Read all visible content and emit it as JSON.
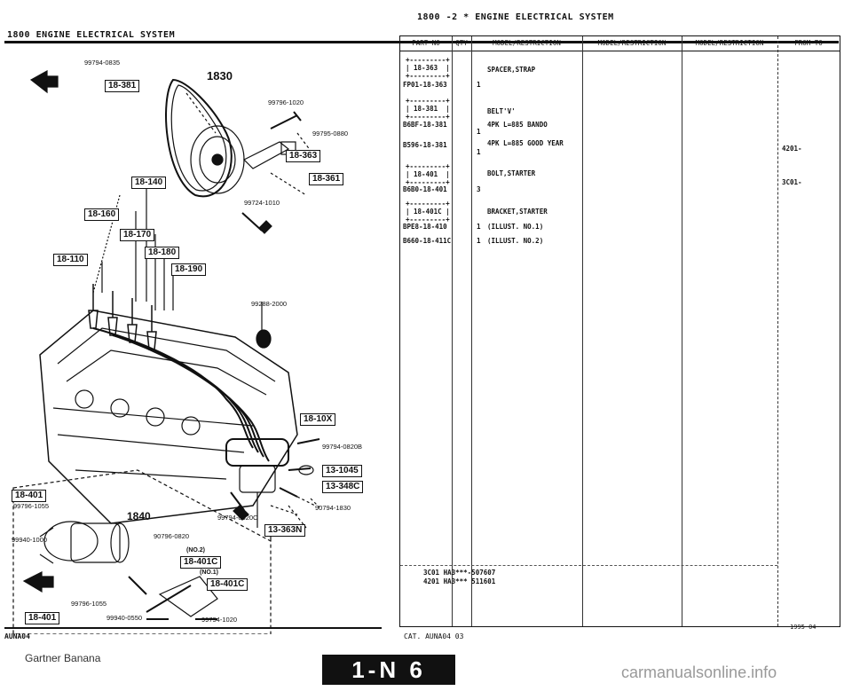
{
  "header": {
    "top_title": "1800  -2 *  ENGINE ELECTRICAL SYSTEM",
    "left_title": "1800     ENGINE ELECTRICAL SYSTEM"
  },
  "diagram": {
    "labels": {
      "group_1830": "1830",
      "group_1840": "1840",
      "no2": "(NO.2)",
      "no1": "(NO.1)"
    },
    "callouts": {
      "c18381": "18-381",
      "c18363": "18-363",
      "c18361": "18-361",
      "c18140": "18-140",
      "c18160": "18-160",
      "c18170": "18-170",
      "c18180": "18-180",
      "c18190": "18-190",
      "c18110": "18-110",
      "c1810x": "18-10X",
      "c131045": "13-1045",
      "c13348c": "13-348C",
      "c13363n": "13-363N",
      "c18401_top": "18-401",
      "c18401c_a": "18-401C",
      "c18401c_b": "18-401C",
      "c18401_bottom": "18-401"
    },
    "part_numbers": {
      "p1": "99794-0835",
      "p2": "99796-1020",
      "p3": "99795-0880",
      "p4": "99724-1010",
      "p5": "99288-2000",
      "p6": "99794-0820B",
      "p7": "99794-0820C",
      "p8": "90794-1830",
      "p9": "99796-1055",
      "p10": "99940-1000",
      "p11": "90796-0820",
      "p12": "99796-1055",
      "p13": "99940-0550",
      "p14": "99794-1020"
    },
    "fwd_label": "FWD"
  },
  "table": {
    "headers": [
      "PART NO",
      "QTY",
      "MODEL/RESTRICTION",
      "MODEL/RESTRICTION",
      "MODEL/RESTRICTION",
      "FROM-TO"
    ],
    "rows": [
      {
        "box": "18-363",
        "part": "FP01-18-363",
        "qty": "1",
        "desc": "SPACER,STRAP",
        "from": ""
      },
      {
        "box": "18-381",
        "part": "B6BF-18-381",
        "qty": "1",
        "desc": "BELT'V'",
        "desc2": "4PK L=885 BANDO",
        "from": ""
      },
      {
        "box": "",
        "part": "B596-18-381",
        "qty": "1",
        "desc": "4PK L=885 GOOD YEAR",
        "from": "4201-"
      },
      {
        "box": "18-401",
        "part": "B6B0-18-401",
        "qty": "3",
        "desc": "BOLT,STARTER",
        "from": "3C01-"
      },
      {
        "box": "18-401C",
        "part": "BPE8-18-410",
        "qty": "1",
        "desc": "BRACKET,STARTER",
        "desc2": "(ILLUST. NO.1)",
        "from": ""
      },
      {
        "box": "",
        "part": "B660-18-411C",
        "qty": "1",
        "desc": "(ILLUST. NO.2)",
        "from": ""
      }
    ],
    "footnote_1": "3C01 HA3***-507607",
    "footnote_2": "4201 HA3*** 511601"
  },
  "footer": {
    "left_code": "AUNA04",
    "cat": "CAT. AUNA04 03",
    "date": "1995 04",
    "watermark_left": "Gartner Banana",
    "page_tab": "1-N 6",
    "watermark_right": "carmanualsonline.info"
  }
}
